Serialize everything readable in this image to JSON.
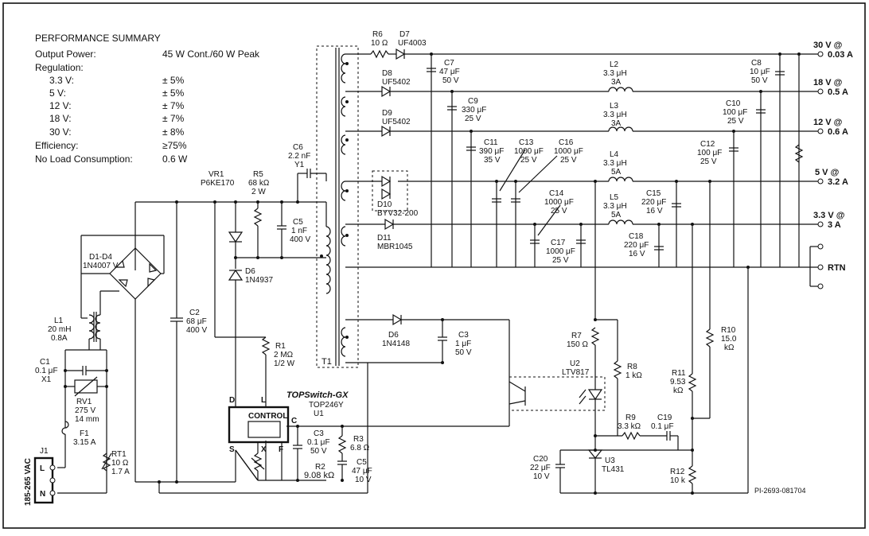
{
  "summary": {
    "title": "PERFORMANCE SUMMARY",
    "rows": [
      {
        "label": "Output Power:",
        "value": "45 W Cont./60 W Peak"
      },
      {
        "label": "Regulation:",
        "value": ""
      },
      {
        "label": "3.3 V:",
        "value": "± 5%"
      },
      {
        "label": "5 V:",
        "value": "± 5%"
      },
      {
        "label": "12 V:",
        "value": "± 7%"
      },
      {
        "label": "18 V:",
        "value": "± 7%"
      },
      {
        "label": "30 V:",
        "value": "± 8%"
      },
      {
        "label": "Efficiency:",
        "value": "≥75%"
      },
      {
        "label": "No Load Consumption:",
        "value": "0.6 W"
      }
    ]
  },
  "outputs": {
    "v30": "30 V @",
    "v30_i": "0.03 A",
    "v18": "18 V @",
    "v18_i": "0.5 A",
    "v12": "12 V @",
    "v12_i": "0.6 A",
    "v5": "5 V @",
    "v5_i": "3.2 A",
    "v33": "3.3 V @",
    "v33_i": "3 A",
    "rtn": "RTN"
  },
  "parts": {
    "r6": [
      "R6",
      "10 Ω"
    ],
    "d7": [
      "D7",
      "UF4003"
    ],
    "c7": [
      "C7",
      "47 μF",
      "50 V"
    ],
    "d8": [
      "D8",
      "UF5402"
    ],
    "d9": [
      "D9",
      "UF5402"
    ],
    "c9": [
      "C9",
      "330 μF",
      "25 V"
    ],
    "l2": [
      "L2",
      "3.3 μH",
      "3A"
    ],
    "l3": [
      "L3",
      "3.3 μH",
      "3A"
    ],
    "l4": [
      "L4",
      "3.3 μH",
      "5A"
    ],
    "l5": [
      "L5",
      "3.3 μH",
      "5A"
    ],
    "c8": [
      "C8",
      "10 μF",
      "50 V"
    ],
    "c10": [
      "C10",
      "100 μF",
      "25 V"
    ],
    "c12": [
      "C12",
      "100 μF",
      "25 V"
    ],
    "c11": [
      "C11",
      "390 μF",
      "35 V"
    ],
    "c13": [
      "C13",
      "1000 μF",
      "25 V"
    ],
    "c16": [
      "C16",
      "1000 μF",
      "25 V"
    ],
    "c14": [
      "C14",
      "1000 μF",
      "25 V"
    ],
    "c17": [
      "C17",
      "1000 μF",
      "25 V"
    ],
    "c15": [
      "C15",
      "220 μF",
      "16 V"
    ],
    "c18": [
      "C18",
      "220 μF",
      "16 V"
    ],
    "d10": [
      "D10",
      "BYV32-200"
    ],
    "d11": [
      "D11",
      "MBR1045"
    ],
    "c6": [
      "C6",
      "2.2 nF",
      "Y1"
    ],
    "vr1": [
      "VR1",
      "P6KE170"
    ],
    "r5": [
      "R5",
      "68 kΩ",
      "2 W"
    ],
    "c5a": [
      "C5",
      "1 nF",
      "400 V"
    ],
    "d6a": [
      "D6",
      "1N4937"
    ],
    "d1d4": [
      "D1-D4",
      "1N4007 V"
    ],
    "l1": [
      "L1",
      "20 mH",
      "0.8A"
    ],
    "c1": [
      "C1",
      "0.1 μF",
      "X1"
    ],
    "rv1": [
      "RV1",
      "275 V",
      "14 mm"
    ],
    "f1": [
      "F1",
      "3.15 A"
    ],
    "rt1": [
      "RT1",
      "10 Ω",
      "1.7 A"
    ],
    "j1": "J1",
    "ac": "185-265 VAC",
    "c2": [
      "C2",
      "68 μF",
      "400 V"
    ],
    "r1": [
      "R1",
      "2 MΩ",
      "1/2 W"
    ],
    "t1": "T1",
    "d6b": [
      "D6",
      "1N4148"
    ],
    "c3a": [
      "C3",
      "1 μF",
      "50 V"
    ],
    "u1": [
      "TOPSwitch-GX",
      "TOP246Y",
      "U1"
    ],
    "control": "CONTROL",
    "c3b": [
      "C3",
      "0.1 μF",
      "50 V"
    ],
    "r3": [
      "R3",
      "6.8 Ω"
    ],
    "c5b": [
      "C5",
      "47 μF",
      "10 V"
    ],
    "r2": [
      "R2",
      "9.08 kΩ"
    ],
    "r7": [
      "R7",
      "150 Ω"
    ],
    "r8": [
      "R8",
      "1 kΩ"
    ],
    "u2": [
      "U2",
      "LTV817"
    ],
    "r10": [
      "R10",
      "15.0",
      "kΩ"
    ],
    "r11": [
      "R11",
      "9.53",
      "kΩ"
    ],
    "r9": [
      "R9",
      "3.3 kΩ"
    ],
    "c19": [
      "C19",
      "0.1 μF"
    ],
    "c20": [
      "C20",
      "22 μF",
      "10 V"
    ],
    "u3": [
      "U3",
      "TL431"
    ],
    "r12": [
      "R12",
      "10 k"
    ],
    "pins": {
      "d": "D",
      "l": "L",
      "c": "C",
      "s": "S",
      "x": "X",
      "f": "F",
      "jl": "L",
      "jn": "N"
    }
  },
  "figure_id": "PI-2693-081704"
}
